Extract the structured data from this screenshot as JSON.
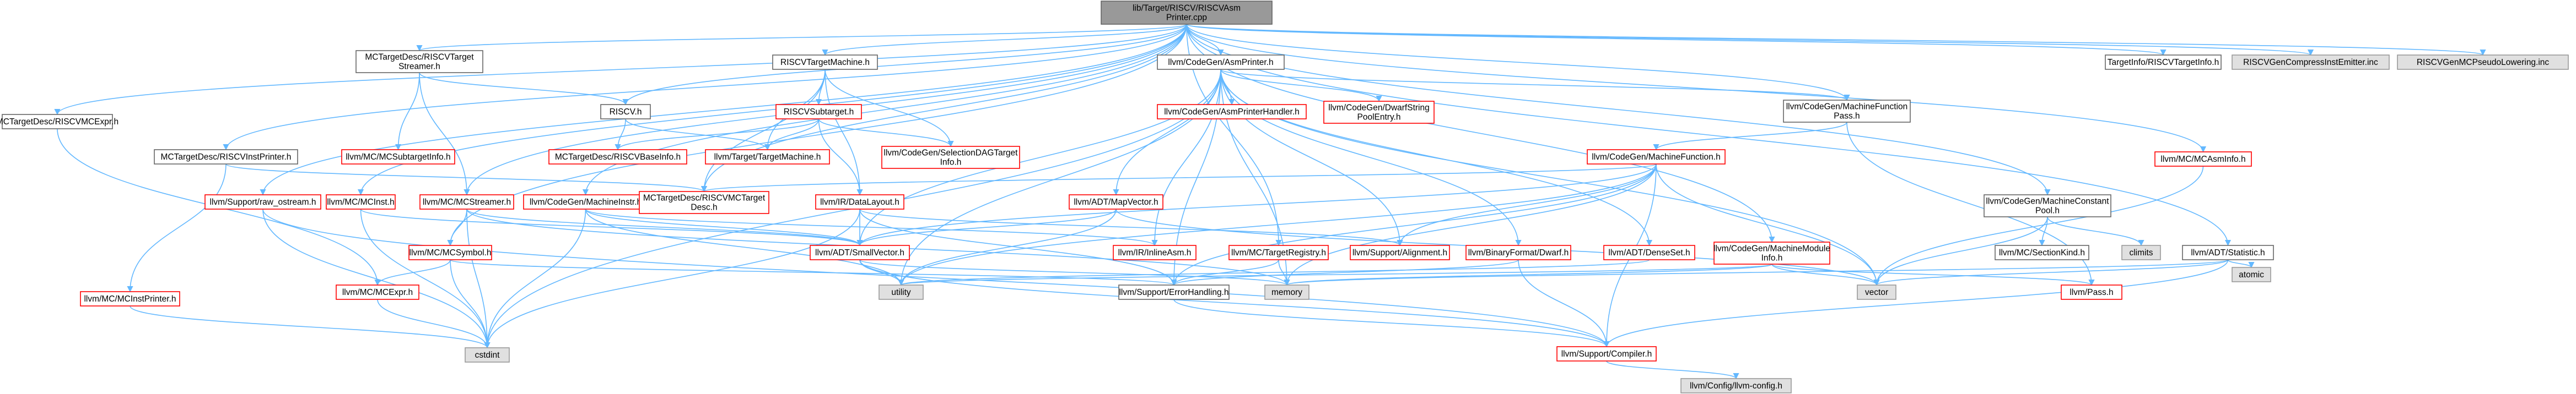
{
  "colors": {
    "root_fill": "#999999",
    "root_border": "#666666",
    "red_border": "#ff0000",
    "gray_border": "#999999",
    "gray_fill": "#e0e0e0",
    "node_fill": "#ffffff",
    "edge": "#63b8ff",
    "edge_alt": "#7aa9d4"
  },
  "nodes": [
    {
      "id": "root",
      "lines": [
        "lib/Target/RISCV/RISCVAsm",
        "Printer.cpp"
      ],
      "kind": "root"
    },
    {
      "id": "mcexpr_h",
      "lines": [
        "MCTargetDesc/RISCVMCExpr.h"
      ],
      "kind": "normal"
    },
    {
      "id": "streamer_h",
      "lines": [
        "MCTargetDesc/RISCVTarget",
        "Streamer.h"
      ],
      "kind": "normal"
    },
    {
      "id": "instprinter_h",
      "lines": [
        "MCTargetDesc/RISCVInstPrinter.h"
      ],
      "kind": "normal"
    },
    {
      "id": "riscvtm_h",
      "lines": [
        "RISCVTargetMachine.h"
      ],
      "kind": "normal"
    },
    {
      "id": "riscv_h",
      "lines": [
        "RISCV.h"
      ],
      "kind": "normal"
    },
    {
      "id": "asmprinter_h",
      "lines": [
        "llvm/CodeGen/AsmPrinter.h"
      ],
      "kind": "normal"
    },
    {
      "id": "mfpass_h",
      "lines": [
        "llvm/CodeGen/MachineFunction",
        "Pass.h"
      ],
      "kind": "normal"
    },
    {
      "id": "targetinfo_h",
      "lines": [
        "TargetInfo/RISCVTargetInfo.h"
      ],
      "kind": "normal"
    },
    {
      "id": "compress_inc",
      "lines": [
        "RISCVGenCompressInstEmitter.inc"
      ],
      "kind": "gray"
    },
    {
      "id": "pseudo_inc",
      "lines": [
        "RISCVGenMCPseudoLowering.inc"
      ],
      "kind": "gray"
    },
    {
      "id": "mcasminfo_h",
      "lines": [
        "llvm/MC/MCAsmInfo.h"
      ],
      "kind": "red"
    },
    {
      "id": "subtarget_h",
      "lines": [
        "RISCVSubtarget.h"
      ],
      "kind": "red"
    },
    {
      "id": "mcsubtargetinfo_h",
      "lines": [
        "llvm/MC/MCSubtargetInfo.h"
      ],
      "kind": "red"
    },
    {
      "id": "baseinfo_h",
      "lines": [
        "MCTargetDesc/RISCVBaseInfo.h"
      ],
      "kind": "red"
    },
    {
      "id": "targetmachine_h",
      "lines": [
        "llvm/Target/TargetMachine.h"
      ],
      "kind": "red"
    },
    {
      "id": "seldag_h",
      "lines": [
        "llvm/CodeGen/SelectionDAGTarget",
        "Info.h"
      ],
      "kind": "red"
    },
    {
      "id": "asmprinterhandler_h",
      "lines": [
        "llvm/CodeGen/AsmPrinterHandler.h"
      ],
      "kind": "red"
    },
    {
      "id": "dwarfstring_h",
      "lines": [
        "llvm/CodeGen/DwarfString",
        "PoolEntry.h"
      ],
      "kind": "red"
    },
    {
      "id": "machinefunction_h",
      "lines": [
        "llvm/CodeGen/MachineFunction.h"
      ],
      "kind": "red"
    },
    {
      "id": "rawostream_h",
      "lines": [
        "llvm/Support/raw_ostream.h"
      ],
      "kind": "red"
    },
    {
      "id": "mcinst_h",
      "lines": [
        "llvm/MC/MCInst.h"
      ],
      "kind": "red"
    },
    {
      "id": "mcstreamer_h",
      "lines": [
        "llvm/MC/MCStreamer.h"
      ],
      "kind": "red"
    },
    {
      "id": "machineinstr_h",
      "lines": [
        "llvm/CodeGen/MachineInstr.h"
      ],
      "kind": "red"
    },
    {
      "id": "mctargetdesc_h",
      "lines": [
        "MCTargetDesc/RISCVMCTarget",
        "Desc.h"
      ],
      "kind": "red"
    },
    {
      "id": "datalayout_h",
      "lines": [
        "llvm/IR/DataLayout.h"
      ],
      "kind": "red"
    },
    {
      "id": "mapvector_h",
      "lines": [
        "llvm/ADT/MapVector.h"
      ],
      "kind": "red"
    },
    {
      "id": "mcinstprinter_h",
      "lines": [
        "llvm/MC/MCInstPrinter.h"
      ],
      "kind": "red"
    },
    {
      "id": "mcsymbol_h",
      "lines": [
        "llvm/MC/MCSymbol.h"
      ],
      "kind": "red"
    },
    {
      "id": "smallvector_h",
      "lines": [
        "llvm/ADT/SmallVector.h"
      ],
      "kind": "red"
    },
    {
      "id": "inlineasm_h",
      "lines": [
        "llvm/IR/InlineAsm.h"
      ],
      "kind": "red"
    },
    {
      "id": "targetregistry_h",
      "lines": [
        "llvm/MC/TargetRegistry.h"
      ],
      "kind": "red"
    },
    {
      "id": "alignment_h",
      "lines": [
        "llvm/Support/Alignment.h"
      ],
      "kind": "red"
    },
    {
      "id": "binaryformat_h",
      "lines": [
        "llvm/BinaryFormat/Dwarf.h"
      ],
      "kind": "red"
    },
    {
      "id": "densemapinfo_h",
      "lines": [
        "llvm/ADT/DenseSet.h"
      ],
      "kind": "red"
    },
    {
      "id": "mmi_h",
      "lines": [
        "llvm/CodeGen/MachineModule",
        "Info.h"
      ],
      "kind": "red"
    },
    {
      "id": "constantpool_h",
      "lines": [
        "llvm/CodeGen/MachineConstant",
        "Pool.h"
      ],
      "kind": "normal"
    },
    {
      "id": "climits",
      "lines": [
        "climits"
      ],
      "kind": "gray"
    },
    {
      "id": "sectionkind_h",
      "lines": [
        "llvm/MC/SectionKind.h"
      ],
      "kind": "normal"
    },
    {
      "id": "statistic_h",
      "lines": [
        "llvm/ADT/Statistic.h"
      ],
      "kind": "normal"
    },
    {
      "id": "atomic",
      "lines": [
        "atomic"
      ],
      "kind": "gray"
    },
    {
      "id": "pass_h",
      "lines": [
        "llvm/Pass.h"
      ],
      "kind": "red"
    },
    {
      "id": "mcexpr2_h",
      "lines": [
        "llvm/MC/MCExpr.h"
      ],
      "kind": "red"
    },
    {
      "id": "utility",
      "lines": [
        "utility"
      ],
      "kind": "gray"
    },
    {
      "id": "memory",
      "lines": [
        "memory"
      ],
      "kind": "gray"
    },
    {
      "id": "errorhandling_h",
      "lines": [
        "llvm/Support/ErrorHandling.h"
      ],
      "kind": "normal"
    },
    {
      "id": "vector",
      "lines": [
        "vector"
      ],
      "kind": "gray"
    },
    {
      "id": "cstdint",
      "lines": [
        "cstdint"
      ],
      "kind": "gray"
    },
    {
      "id": "compiler_h",
      "lines": [
        "llvm/Support/Compiler.h"
      ],
      "kind": "red"
    },
    {
      "id": "llvmconfig_h",
      "lines": [
        "llvm/Config/llvm-config.h"
      ],
      "kind": "gray"
    }
  ]
}
